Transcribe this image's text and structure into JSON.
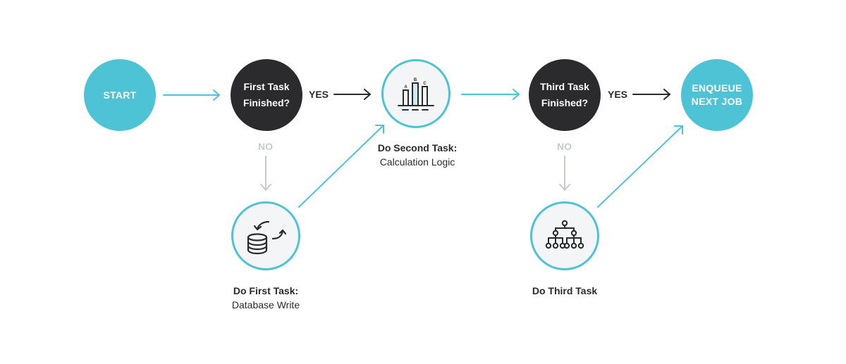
{
  "nodes": {
    "start": {
      "label": "START"
    },
    "first_check": {
      "label": "First Task\nFinished?"
    },
    "first_task": {
      "title": "Do First Task:",
      "subtitle": "Database Write",
      "icon": "database-sync-icon"
    },
    "second_task": {
      "title": "Do Second Task:",
      "subtitle": "Calculation Logic",
      "icon": "bar-chart-icon",
      "bar_letters": [
        "A",
        "B",
        "C"
      ]
    },
    "third_check": {
      "label": "Third Task\nFinished?"
    },
    "third_task": {
      "title": "Do Third Task",
      "icon": "hierarchy-tree-icon"
    },
    "enqueue": {
      "label": "ENQUEUE\nNEXT JOB"
    }
  },
  "edge_labels": {
    "yes": "YES",
    "no": "NO"
  },
  "colors": {
    "accent": "#4ec3d6",
    "dark": "#2b2b2d",
    "muted": "#c6c9cf",
    "task_fill": "#f4f5f7"
  }
}
